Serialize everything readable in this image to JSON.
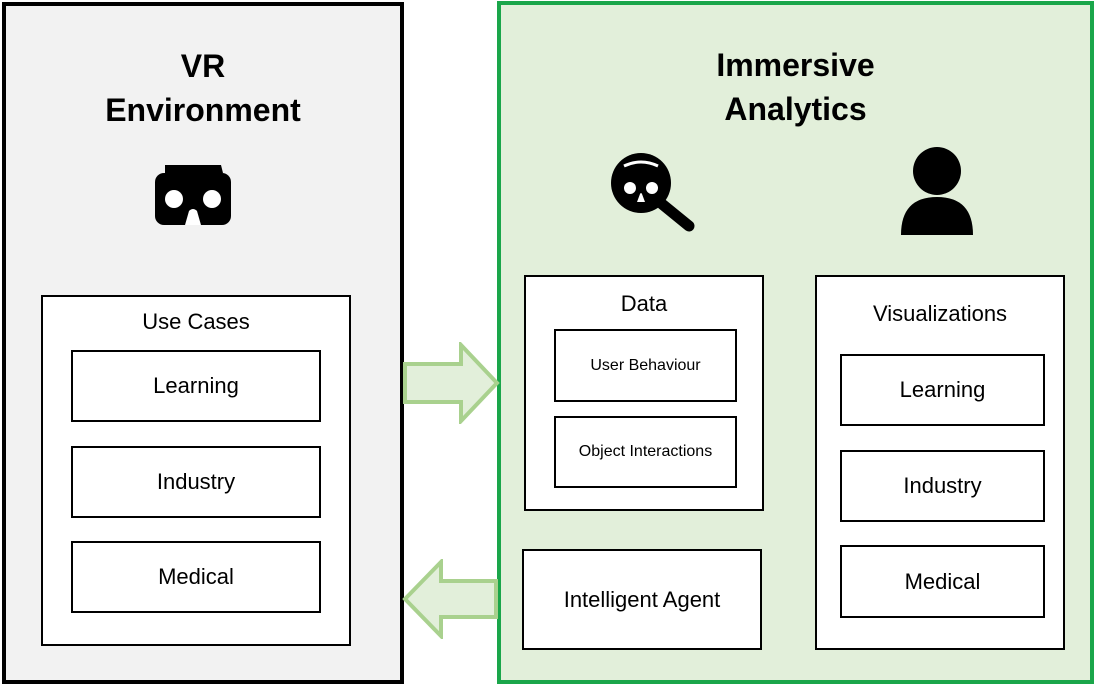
{
  "vr_panel": {
    "title_line1": "VR",
    "title_line2": "Environment",
    "icon": "vr-headset-icon",
    "use_cases": {
      "title": "Use Cases",
      "items": [
        "Learning",
        "Industry",
        "Medical"
      ]
    }
  },
  "ia_panel": {
    "title_line1": "Immersive",
    "title_line2": "Analytics",
    "icons": [
      "vr-search-icon",
      "user-icon"
    ],
    "data_box": {
      "title": "Data",
      "items": [
        "User Behaviour",
        "Object Interactions"
      ]
    },
    "agent_box": {
      "label": "Intelligent Agent"
    },
    "visualizations": {
      "title": "Visualizations",
      "items": [
        "Learning",
        "Industry",
        "Medical"
      ]
    }
  },
  "colors": {
    "vr_panel_bg": "#f2f2f2",
    "ia_panel_bg": "#e2efda",
    "ia_border": "#1aa64a",
    "arrow_fill": "#e2efda",
    "arrow_stroke": "#a9d18e"
  }
}
